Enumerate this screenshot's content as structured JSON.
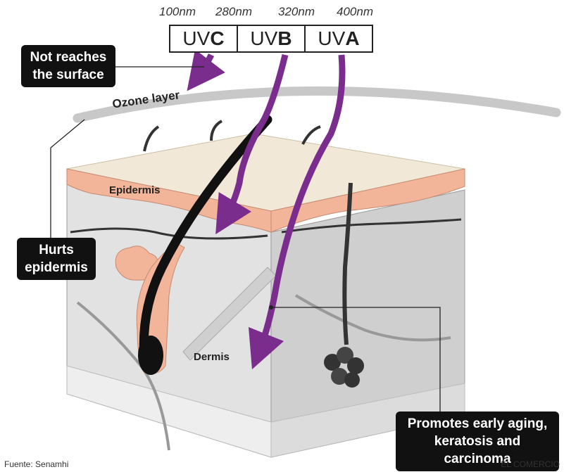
{
  "wavelengths": [
    "100nm",
    "280nm",
    "320nm",
    "400nm"
  ],
  "uv_bands": [
    {
      "prefix": "UV",
      "letter": "C"
    },
    {
      "prefix": "UV",
      "letter": "B"
    },
    {
      "prefix": "UV",
      "letter": "A"
    }
  ],
  "callouts": {
    "uvc": [
      "Not reaches",
      "the surface"
    ],
    "uvb": [
      "Hurts",
      "epidermis"
    ],
    "uva": [
      "Promotes early aging,",
      "keratosis and carcinoma"
    ]
  },
  "layers": {
    "ozone": "Ozone layer",
    "epidermis": "Epidermis",
    "dermis": "Dermis"
  },
  "footer": {
    "source": "Fuente: Senamhi",
    "credit": "EL COMERCIO"
  },
  "colors": {
    "ray": "#7b2d8e",
    "epidermis": "#f2b59a",
    "dermis_front": "#e2e2e2",
    "dermis_side": "#cfcfcf",
    "hair": "#111111",
    "callout_bg": "#111111"
  },
  "icons": [
    "uvc-ray-arrow",
    "uvb-ray-arrow",
    "uva-ray-arrow",
    "hair-icon",
    "sweat-gland-icon"
  ]
}
